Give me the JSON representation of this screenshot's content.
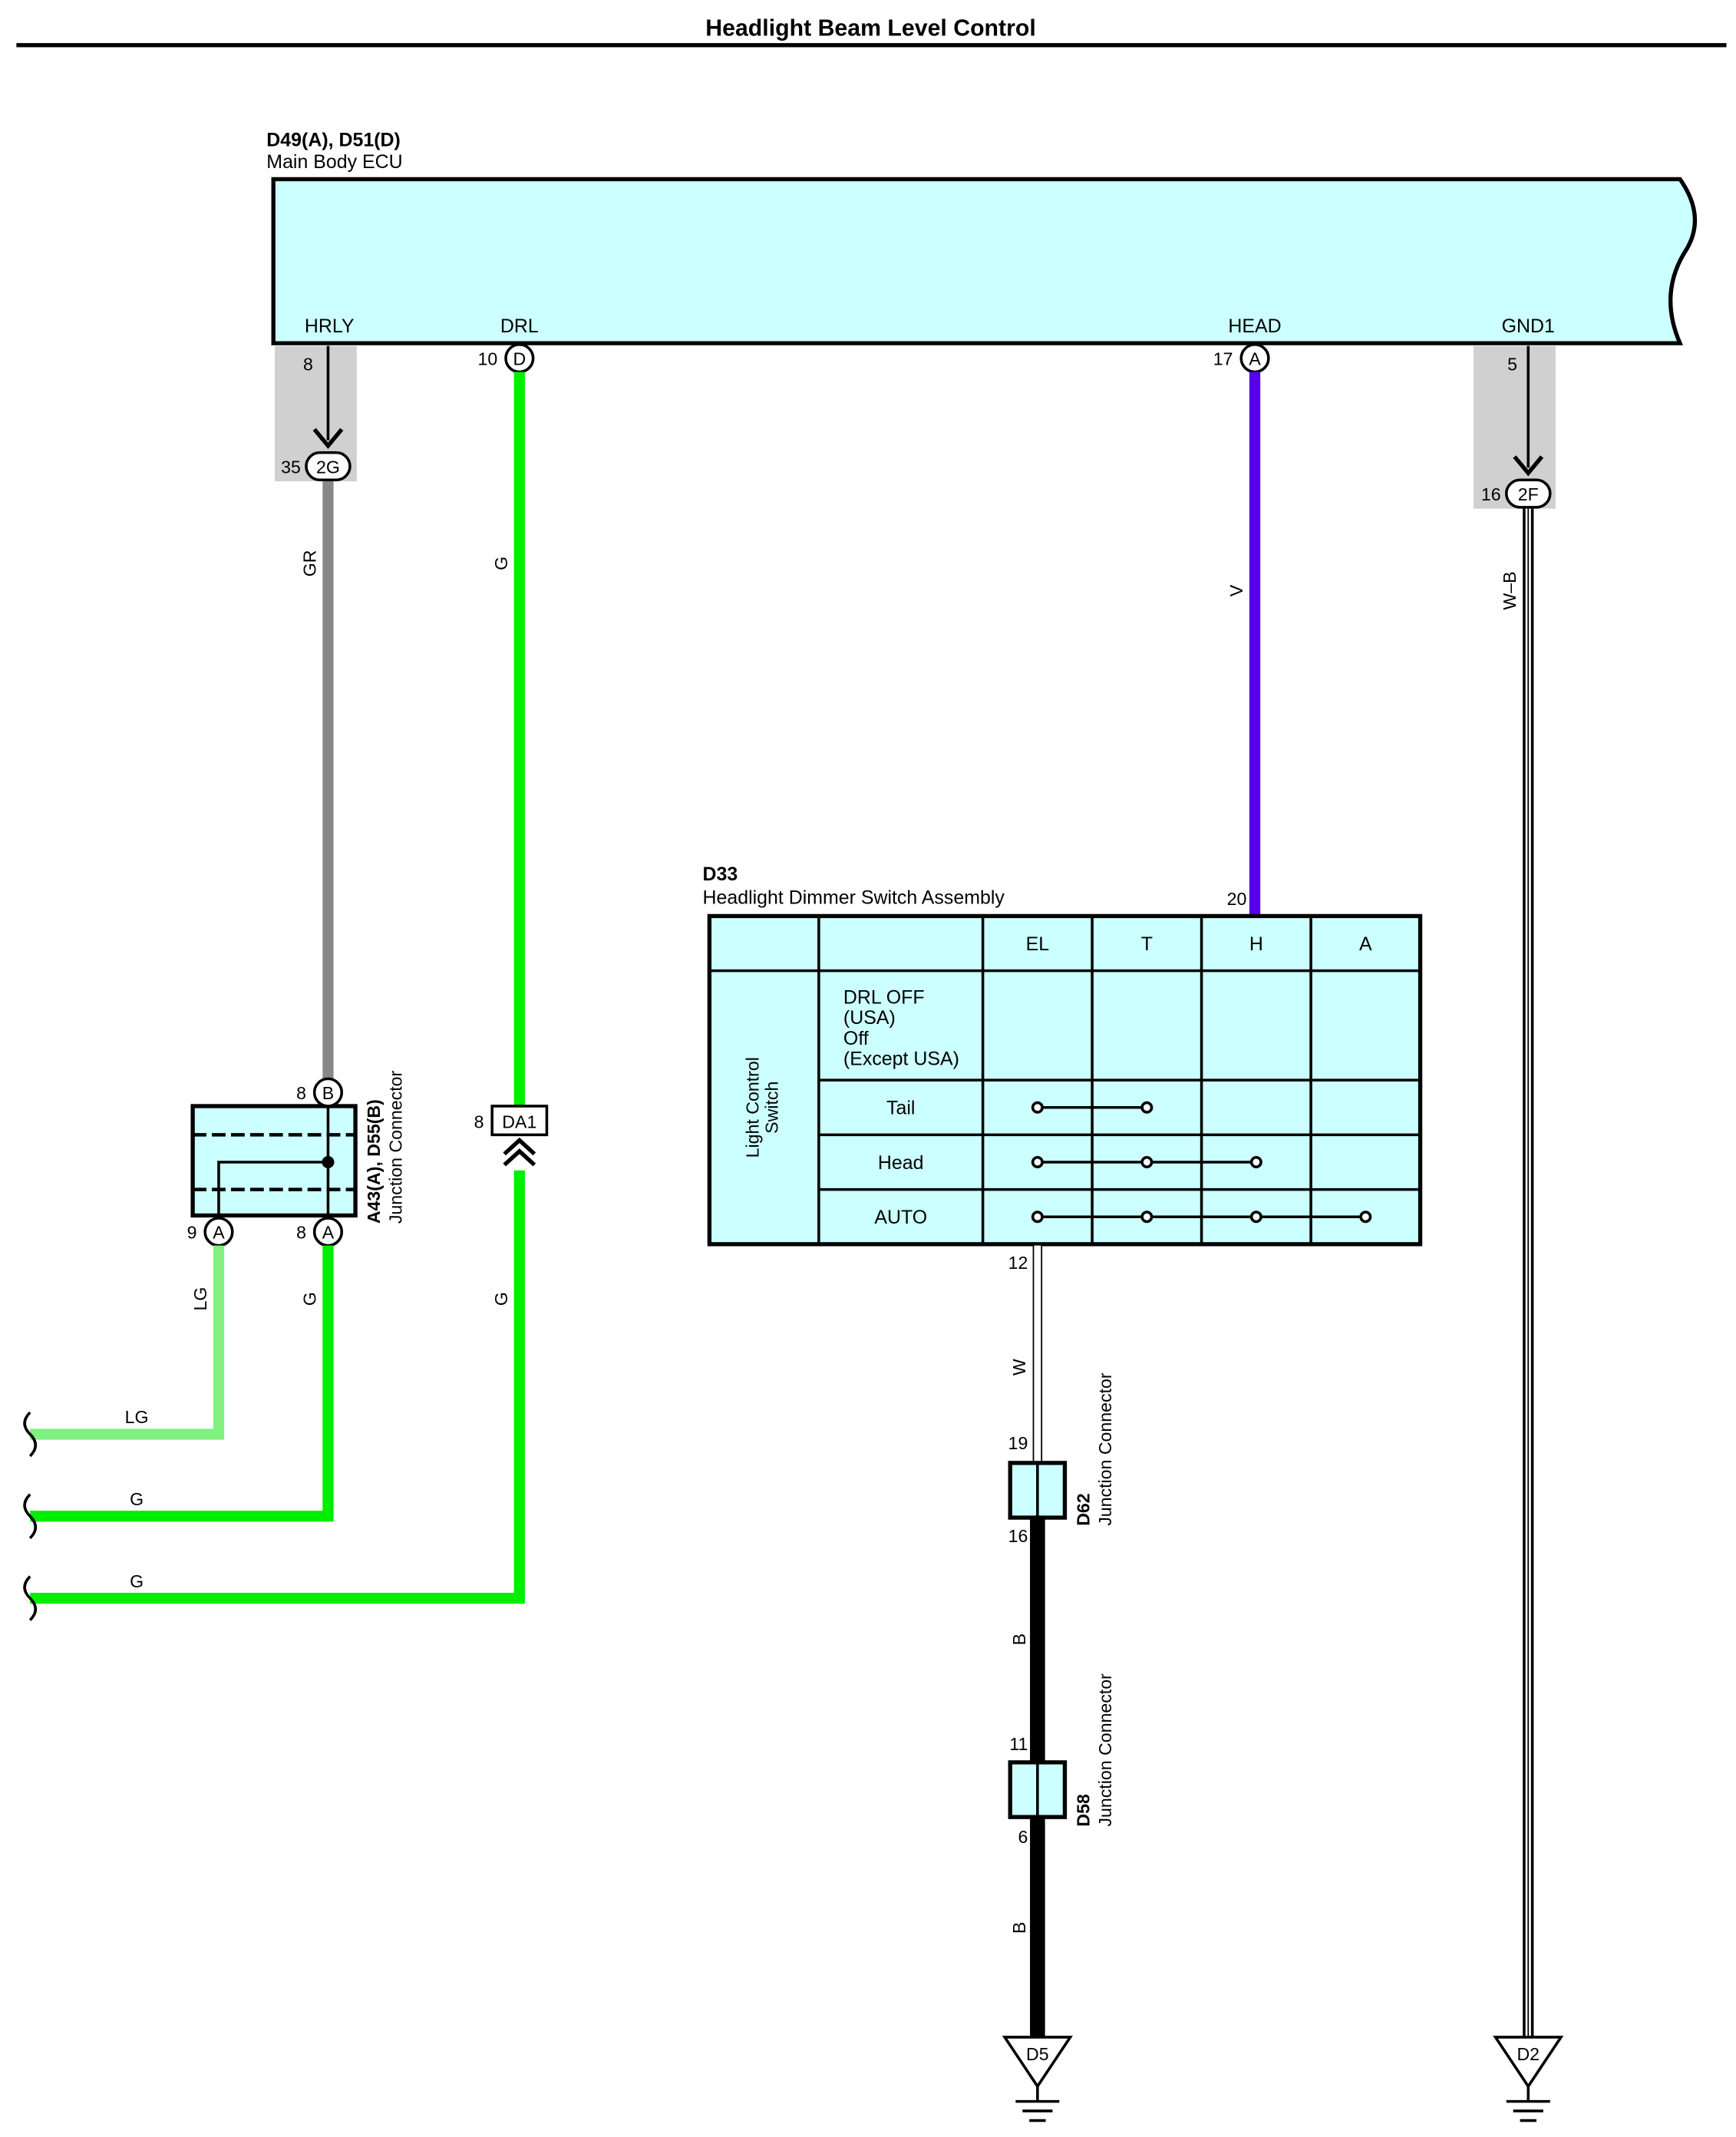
{
  "title": "Headlight Beam Level Control",
  "colors": {
    "component_fill": "#ccffff",
    "shade": "#d0d0d0",
    "wire_GR": "#888888",
    "wire_G": "#00ee00",
    "wire_LG": "#80f080",
    "wire_V": "#5500ee",
    "wire_B": "#000000",
    "wire_W": "#ffffff",
    "wire_WB": "#ffffff"
  },
  "ecu": {
    "id": "D49(A), D51(D)",
    "name": "Main Body ECU",
    "terminals": {
      "hrly": {
        "name": "HRLY",
        "pin": "8"
      },
      "drl": {
        "name": "DRL",
        "pin": "10",
        "conn": "D"
      },
      "head": {
        "name": "HEAD",
        "pin": "17",
        "conn": "A"
      },
      "gnd1": {
        "name": "GND1",
        "pin": "5"
      }
    }
  },
  "inline": {
    "c2g": {
      "pin": "35",
      "label": "2G"
    },
    "c2f": {
      "pin": "16",
      "label": "2F"
    },
    "da1": {
      "pin": "8",
      "label": "DA1"
    }
  },
  "wires": {
    "gr": "GR",
    "g": "G",
    "lg": "LG",
    "v": "V",
    "wb": "W–B",
    "w": "W",
    "b": "B"
  },
  "jc_a43": {
    "id": "A43(A), D55(B)",
    "name": "Junction Connector",
    "top": {
      "pin": "8",
      "conn": "B"
    },
    "left": {
      "pin": "9",
      "conn": "A"
    },
    "right": {
      "pin": "8",
      "conn": "A"
    }
  },
  "switch": {
    "id": "D33",
    "name": "Headlight Dimmer Switch Assembly",
    "pin_top": "20",
    "pin_bottom": "12",
    "columns": [
      "EL",
      "T",
      "H",
      "A"
    ],
    "side_label": [
      "Light Control",
      "Switch"
    ],
    "rows": [
      {
        "label": [
          "DRL OFF",
          "(USA)",
          "Off",
          "(Except USA)"
        ]
      },
      {
        "label": [
          "Tail"
        ],
        "span": [
          0,
          1
        ]
      },
      {
        "label": [
          "Head"
        ],
        "span": [
          0,
          2
        ]
      },
      {
        "label": [
          "AUTO"
        ],
        "span": [
          0,
          3
        ]
      }
    ]
  },
  "d62": {
    "id": "D62",
    "name": "Junction Connector",
    "pin_in": "19",
    "pin_out": "16"
  },
  "d58": {
    "id": "D58",
    "name": "Junction Connector",
    "pin_in": "11",
    "pin_out": "6"
  },
  "grounds": {
    "d5": "D5",
    "d2": "D2"
  }
}
